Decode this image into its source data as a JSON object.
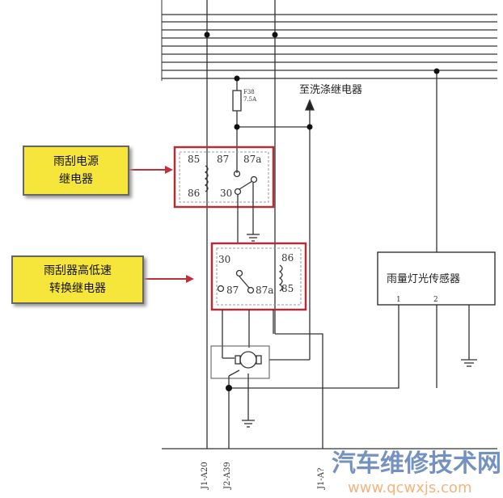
{
  "callouts": {
    "power_relay": [
      "雨刮电源",
      "继电器"
    ],
    "speed_relay": [
      "雨刮器高低速",
      "转换继电器"
    ]
  },
  "labels": {
    "to_washer_relay": "至洗涤继电器",
    "rain_light_sensor": "雨量灯光传感器",
    "fuse": "F38 7.5A"
  },
  "relay1_pins": {
    "p85": "85",
    "p87": "87",
    "p87a": "87a",
    "p86": "86",
    "p30": "30"
  },
  "relay2_pins": {
    "p30": "30",
    "p86": "86",
    "p87": "87",
    "p87a": "87a",
    "p85": "85"
  },
  "connectors": [
    "J1-A20",
    "J2-A39",
    "J1-A?"
  ],
  "sensor_pins": [
    "1",
    "2"
  ],
  "watermark": {
    "title": "汽车维修技术网",
    "url": "www.qcwxjs.com"
  },
  "colors": {
    "callout_fill": "#f6e53a",
    "relay_border": "#b0303a",
    "wire": "#333333"
  }
}
